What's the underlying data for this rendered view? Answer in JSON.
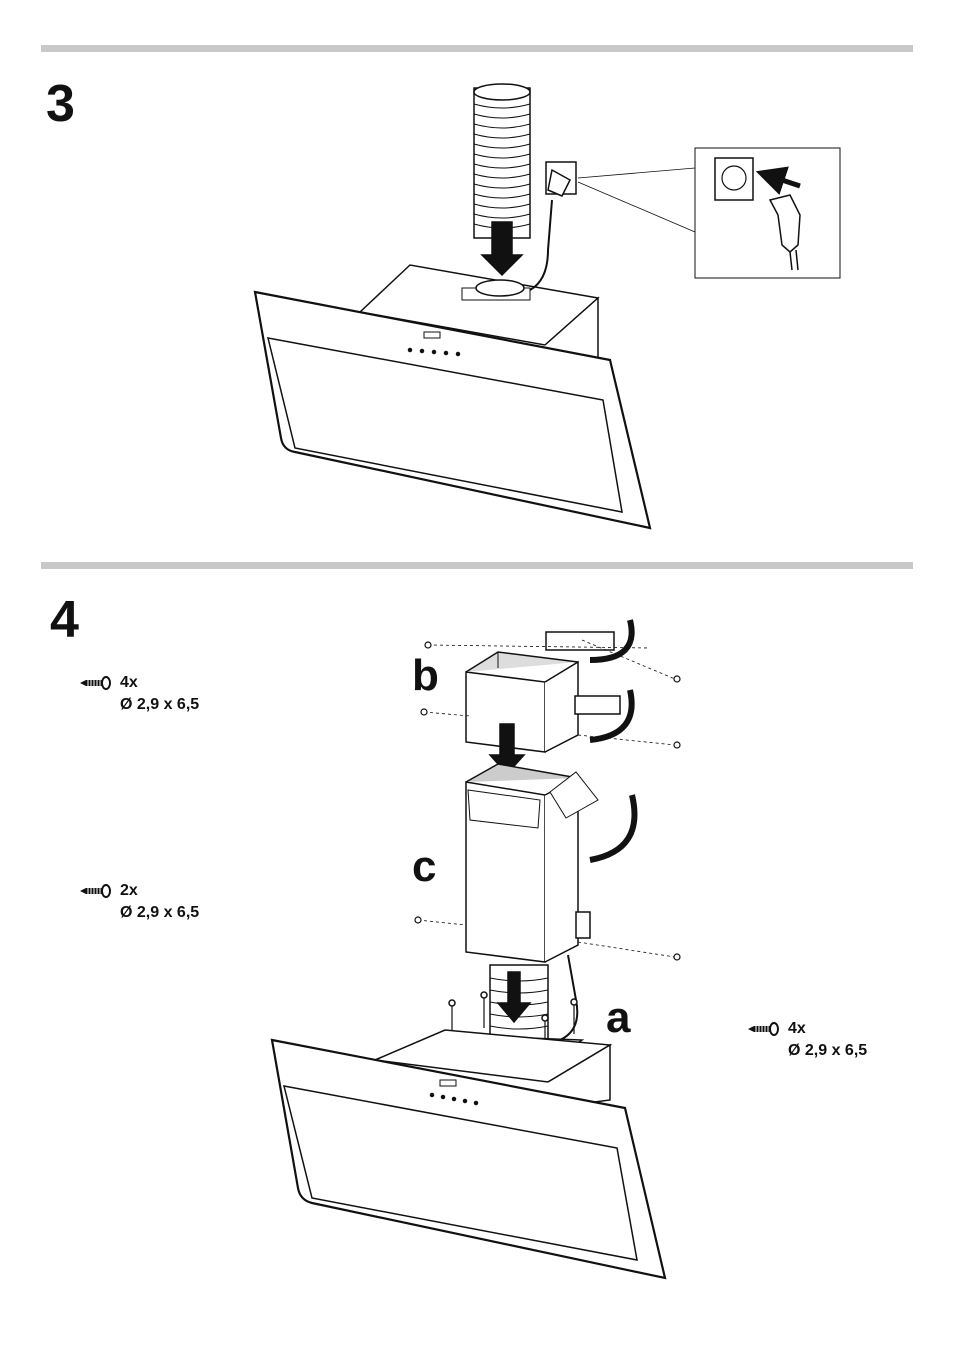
{
  "steps": [
    {
      "number": "3"
    },
    {
      "number": "4",
      "callouts": {
        "a": "a",
        "b": "b",
        "c": "c"
      },
      "screw_specs": [
        {
          "count": "4x",
          "size": "Ø 2,9 x 6,5"
        },
        {
          "count": "2x",
          "size": "Ø 2,9 x 6,5"
        },
        {
          "count": "4x",
          "size": "Ø 2,9 x 6,5"
        }
      ]
    }
  ],
  "colors": {
    "rule": "#c8c8c8",
    "line": "#111111",
    "panel_fill": "#ffffff"
  },
  "icons": [
    "screw-icon",
    "arrow-down-icon",
    "rotate-arrow-icon",
    "socket-icon",
    "plug-icon"
  ]
}
